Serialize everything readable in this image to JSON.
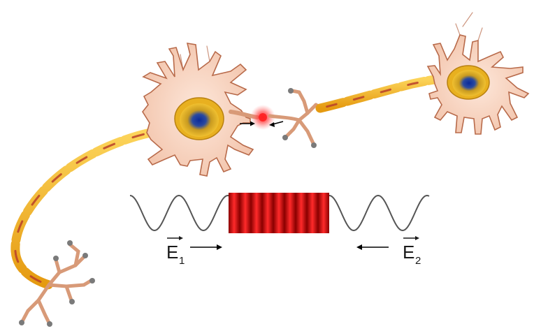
{
  "field_left": {
    "symbol": "E",
    "subscript": "1"
  },
  "field_right": {
    "symbol": "E",
    "subscript": "2"
  },
  "colors": {
    "soma": "#f8d8c8",
    "soma_outline": "#b86a4a",
    "nucleus_outer": "#e8b020",
    "nucleus_inner": "#1a3aa8",
    "myelin": "#f5b81c",
    "myelin_stripe": "#c0402a",
    "wave": "#555555",
    "standing_wave": "#d01010",
    "glow": "#ff3030"
  }
}
